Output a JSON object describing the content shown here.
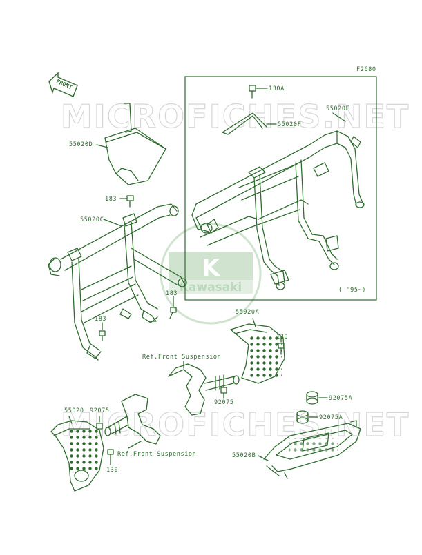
{
  "figure": {
    "code": "F2680",
    "front_label": "FRONT",
    "watermark_text": "MICROFICHES.NET",
    "logo_text": "Kawasaki",
    "logo_letter": "K",
    "year_note": "( '95~)",
    "colors": {
      "ink": "#2f6b2f",
      "watermark": "#d6d6d6",
      "logo": "#cfe3cf"
    }
  },
  "labels": {
    "l130A": "130A",
    "l55020F": "55020F",
    "l55020E": "55020E",
    "l55020D": "55020D",
    "l183_top": "183",
    "l55020C": "55020C",
    "l183_mid": "183",
    "l183_left": "183",
    "l55020A": "55020A",
    "l130_right": "130",
    "ref_front_susp_top": "Ref.Front Suspension",
    "l92075_mid": "92075",
    "l92075A_a": "92075A",
    "l92075A_b": "92075A",
    "l55020": "55020",
    "l92075_left": "92075",
    "ref_front_susp_bottom": "Ref.Front Suspension",
    "l130_bottom": "130",
    "l55020B": "55020B"
  }
}
